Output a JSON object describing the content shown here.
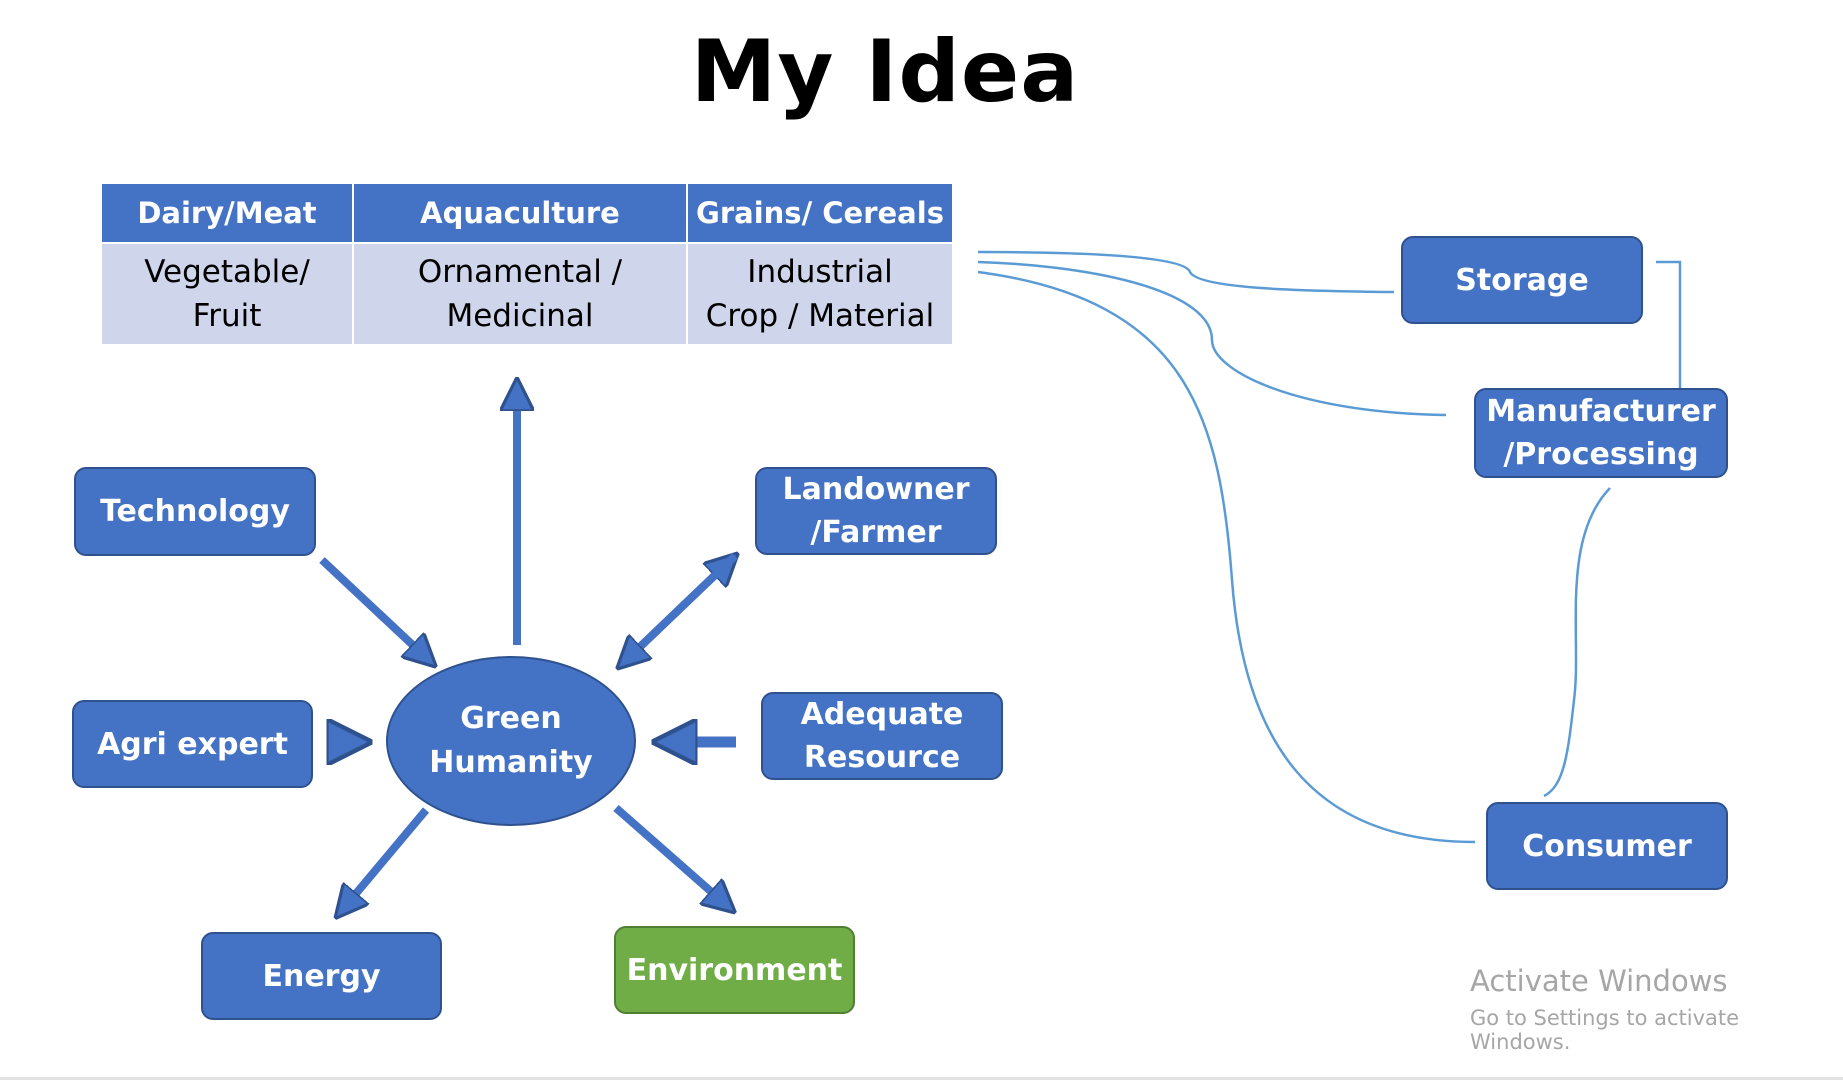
{
  "title": "My Idea",
  "table": {
    "headers": [
      "Dairy/Meat",
      "Aquaculture",
      "Grains/ Cereals"
    ],
    "rows": [
      [
        [
          "Vegetable/",
          "Fruit"
        ],
        [
          "Ornamental /",
          "Medicinal"
        ],
        [
          "Industrial",
          "Crop / Material"
        ]
      ]
    ]
  },
  "hub": {
    "lines": [
      "Green",
      "Humanity"
    ]
  },
  "nodes": {
    "technology": [
      "Technology"
    ],
    "agri_expert": [
      "Agri expert"
    ],
    "energy": [
      "Energy"
    ],
    "environment": [
      "Environment"
    ],
    "landowner": [
      "Landowner",
      "/Farmer"
    ],
    "adequate_resource": [
      "Adequate",
      "Resource"
    ]
  },
  "chain": {
    "storage": [
      "Storage"
    ],
    "manufacturer": [
      "Manufacturer",
      "/Processing"
    ],
    "consumer": [
      "Consumer"
    ]
  },
  "colors": {
    "box_fill": "#4472c4",
    "box_border": "#2f528f",
    "environment_fill": "#70ad47",
    "table_header": "#4472c4",
    "table_body": "#cfd5ea",
    "connector": "#5b9bd5"
  },
  "watermark": {
    "line1": "Activate Windows",
    "line2": "Go to Settings to activate Windows."
  }
}
